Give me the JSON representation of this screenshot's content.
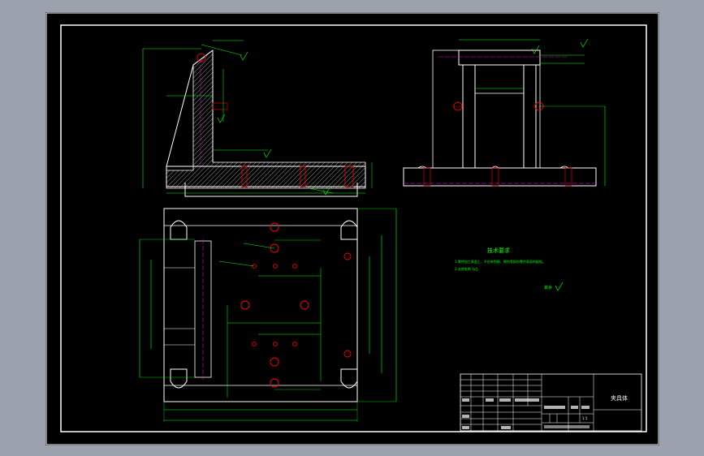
{
  "drawing": {
    "tech_req_title": "技术要求",
    "tech_req_lines": [
      "1.零件加工表面上，不应有划痕、擦伤等损伤零件表面的缺陷。",
      "2.去除毛刺飞边。"
    ],
    "roughness_note": "其余",
    "part_name": "夹具体",
    "scale": "1:1",
    "colors": {
      "background": "#000000",
      "frame": "#ffffff",
      "dimension": "#00ff00",
      "hole": "#ff0000",
      "centerline": "#ff00ff",
      "outer": "#9ba1ad"
    }
  }
}
